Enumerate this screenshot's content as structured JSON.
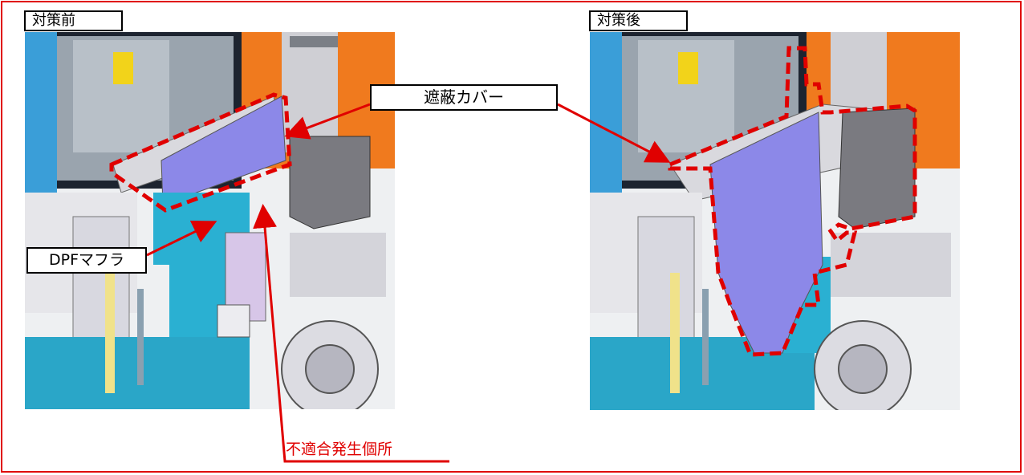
{
  "labels": {
    "before": "対策前",
    "after": "対策後",
    "cover": "遮蔽カバー",
    "dpf": "DPFマフラ",
    "defect_location": "不適合発生個所"
  },
  "colors": {
    "frame": "#e00000",
    "cover": "#8c88e8",
    "cab_orange": "#f07a1e",
    "glass_blue": "#3a9ed8",
    "engine_cyan": "#2ab0d2",
    "highlight_dash": "#e00000"
  },
  "icons": {
    "arrow": "red-arrow-icon"
  }
}
